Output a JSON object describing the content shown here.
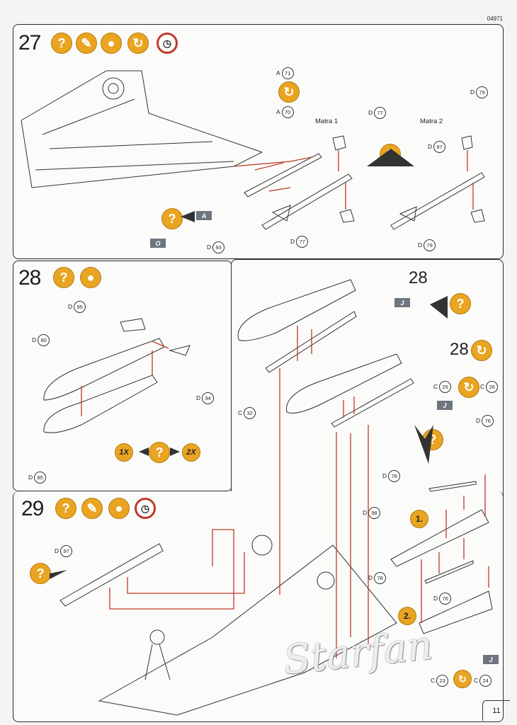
{
  "page": {
    "code": "04971",
    "page_number": "11"
  },
  "watermark": "Starfan",
  "step27": {
    "number": "27",
    "variant_labels": {
      "matra1": "Matra 1",
      "matra2": "Matra 2"
    },
    "parts": {
      "a71": "71",
      "a70": "70",
      "d77a": "77",
      "d77b": "77",
      "d93": "93",
      "d79a": "79",
      "d87": "87",
      "d79b": "79"
    },
    "part_letters": {
      "a71": "A",
      "a70": "A",
      "d77a": "D",
      "d77b": "D",
      "d93": "D",
      "d79a": "D",
      "d87": "D",
      "d79b": "D"
    },
    "flag_a": "A",
    "flag_o": "O"
  },
  "step28": {
    "number": "28",
    "parts": {
      "d95": "95",
      "d80": "80",
      "d94": "94",
      "d85": "85"
    },
    "part_letters": {
      "d95": "D",
      "d80": "D",
      "d94": "D",
      "d85": "D"
    },
    "mult_1x": "1X",
    "mult_2x": "2X",
    "right": {
      "top_label": "28",
      "mid_label": "28",
      "parts": {
        "c32": "32",
        "c25": "25",
        "c26": "26"
      },
      "part_letters": {
        "c32": "C",
        "c25": "C",
        "c26": "C"
      },
      "flag_j1": "J",
      "flag_j2": "J"
    }
  },
  "step29": {
    "number": "29",
    "parts": {
      "d97": "97",
      "d76a": "76",
      "d78a": "78",
      "d98": "98",
      "d78b": "78",
      "d76b": "76",
      "c23": "23",
      "c24": "24"
    },
    "part_letters": {
      "d97": "D",
      "d76a": "D",
      "d78a": "D",
      "d98": "D",
      "d78b": "D",
      "d76b": "D",
      "c23": "C",
      "c24": "C"
    },
    "sub1": "1.",
    "sub2": "2.",
    "flag_j": "J"
  },
  "icons": {
    "question": "?",
    "clock": "clock-icon"
  }
}
